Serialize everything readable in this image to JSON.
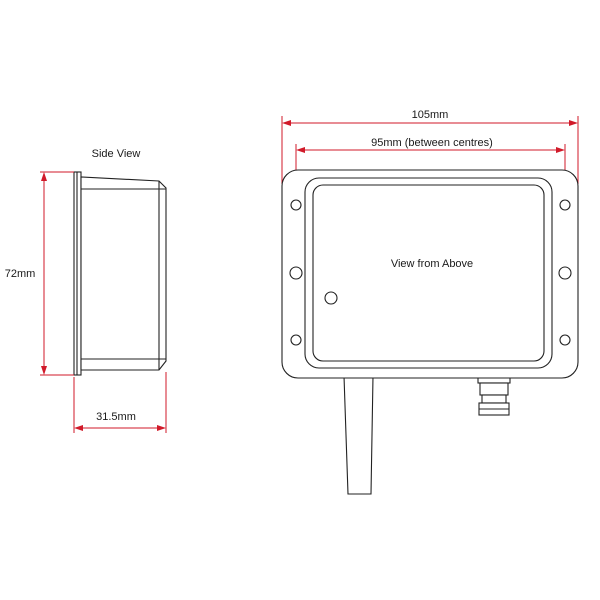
{
  "side_view": {
    "title": "Side View",
    "height_label": "72mm",
    "depth_label": "31.5mm"
  },
  "top_view": {
    "title": "View from Above",
    "width_label": "105mm",
    "centres_label": "95mm (between centres)"
  },
  "colors": {
    "dimension": "#d11a2a",
    "outline": "#222222"
  }
}
